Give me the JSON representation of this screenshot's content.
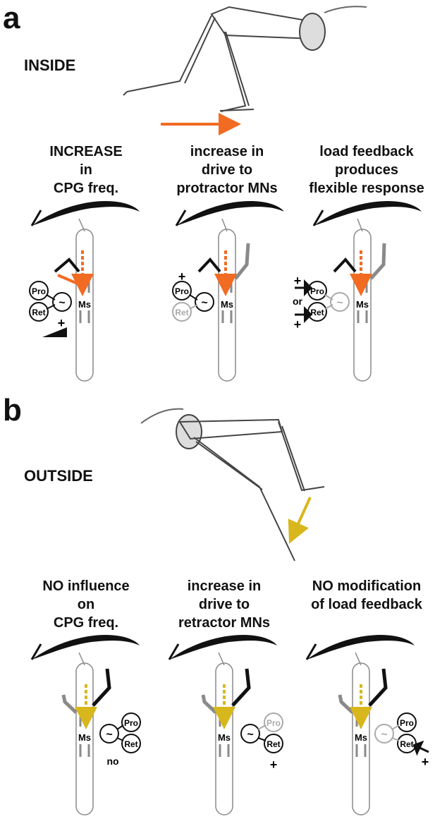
{
  "panel_a": {
    "letter": "a",
    "condition": "INSIDE",
    "captions": [
      [
        "INCREASE",
        "in",
        "CPG freq."
      ],
      [
        "increase in",
        "drive to",
        "protractor MNs"
      ],
      [
        "load feedback",
        "produces",
        "flexible response"
      ]
    ]
  },
  "panel_b": {
    "letter": "b",
    "condition": "OUTSIDE",
    "captions": [
      [
        "NO influence",
        "on",
        "CPG freq."
      ],
      [
        "increase in",
        "drive to",
        "retractor MNs"
      ],
      [
        "NO modification",
        "of load feedback",
        ""
      ]
    ]
  },
  "labels": {
    "ms": "Ms",
    "pro": "Pro",
    "ret": "Ret",
    "plus": "+",
    "or": "or",
    "no": "no",
    "osc": "~"
  },
  "colors": {
    "inside_arrow": "#f26b22",
    "outside_arrow": "#d8b71d",
    "grey": "#8a8a8a",
    "dark": "#111111"
  }
}
